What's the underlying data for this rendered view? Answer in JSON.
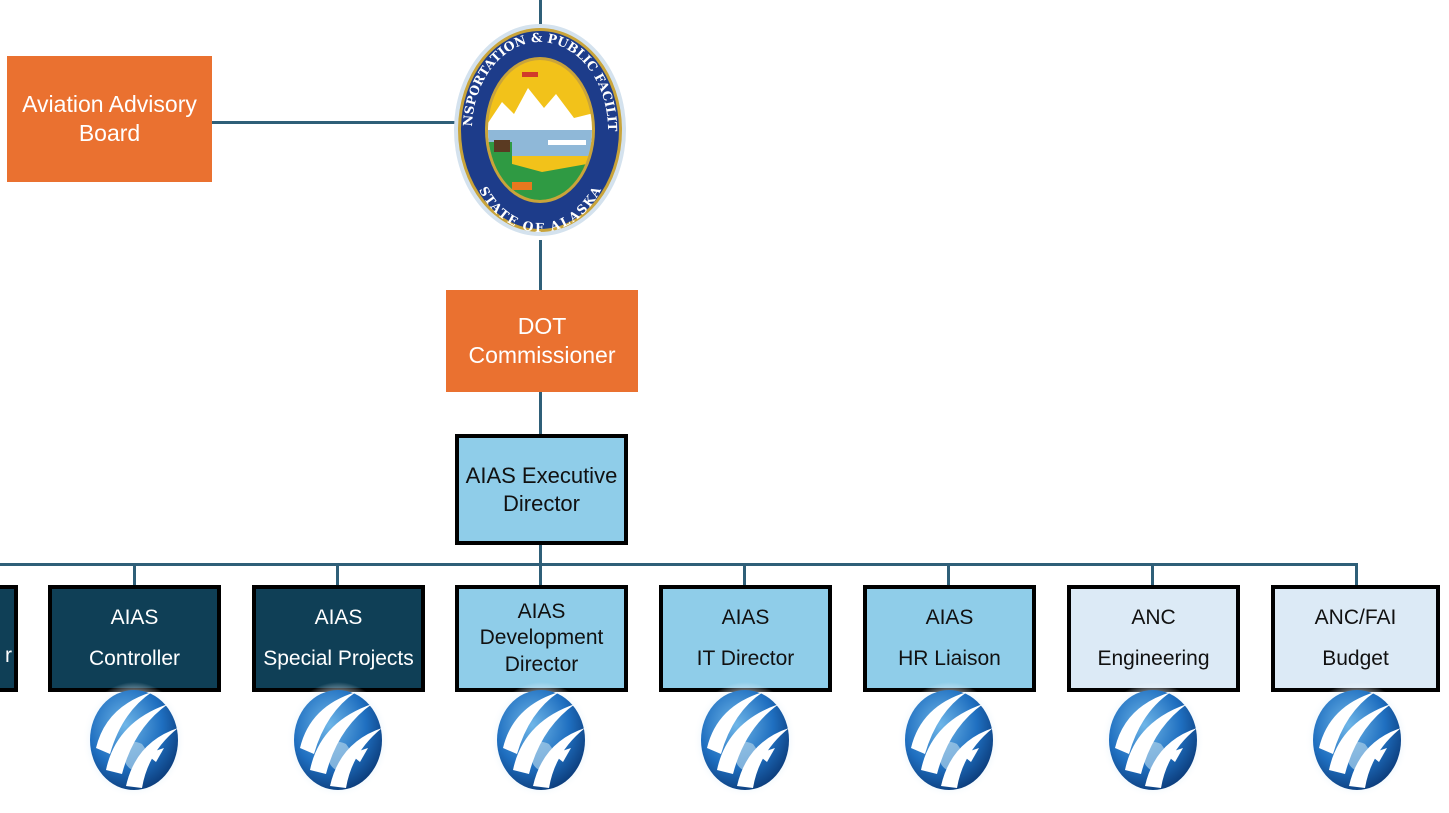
{
  "seal": {
    "top_text": "TRANSPORTATION & PUBLIC FACILITIES",
    "bottom_text": "STATE OF ALASKA"
  },
  "advisory_board": {
    "line1": "Aviation Advisory",
    "line2": "Board"
  },
  "commissioner": {
    "line1": "DOT",
    "line2": "Commissioner"
  },
  "executive": {
    "line1": "AIAS Executive",
    "line2": "Director"
  },
  "partial_box": {
    "text": "r"
  },
  "departments": [
    {
      "line1": "AIAS",
      "line2": "Controller"
    },
    {
      "line1": "AIAS",
      "line2": "Special Projects"
    },
    {
      "line1": "AIAS",
      "line2": "Development",
      "line3": "Director"
    },
    {
      "line1": "AIAS",
      "line2": "IT Director"
    },
    {
      "line1": "AIAS",
      "line2": "HR Liaison"
    },
    {
      "line1": "ANC",
      "line2": "Engineering"
    },
    {
      "line1": "ANC/FAI",
      "line2": "Budget"
    }
  ],
  "colors": {
    "orange": "#ea7130",
    "navy": "#0f3f56",
    "light_blue": "#8fcde9",
    "pale_blue": "#dceaf6",
    "connector": "#2f5f78"
  },
  "icons": {
    "seal": "alaska-dot-seal",
    "dept_logo": "aias-globe-logo"
  }
}
